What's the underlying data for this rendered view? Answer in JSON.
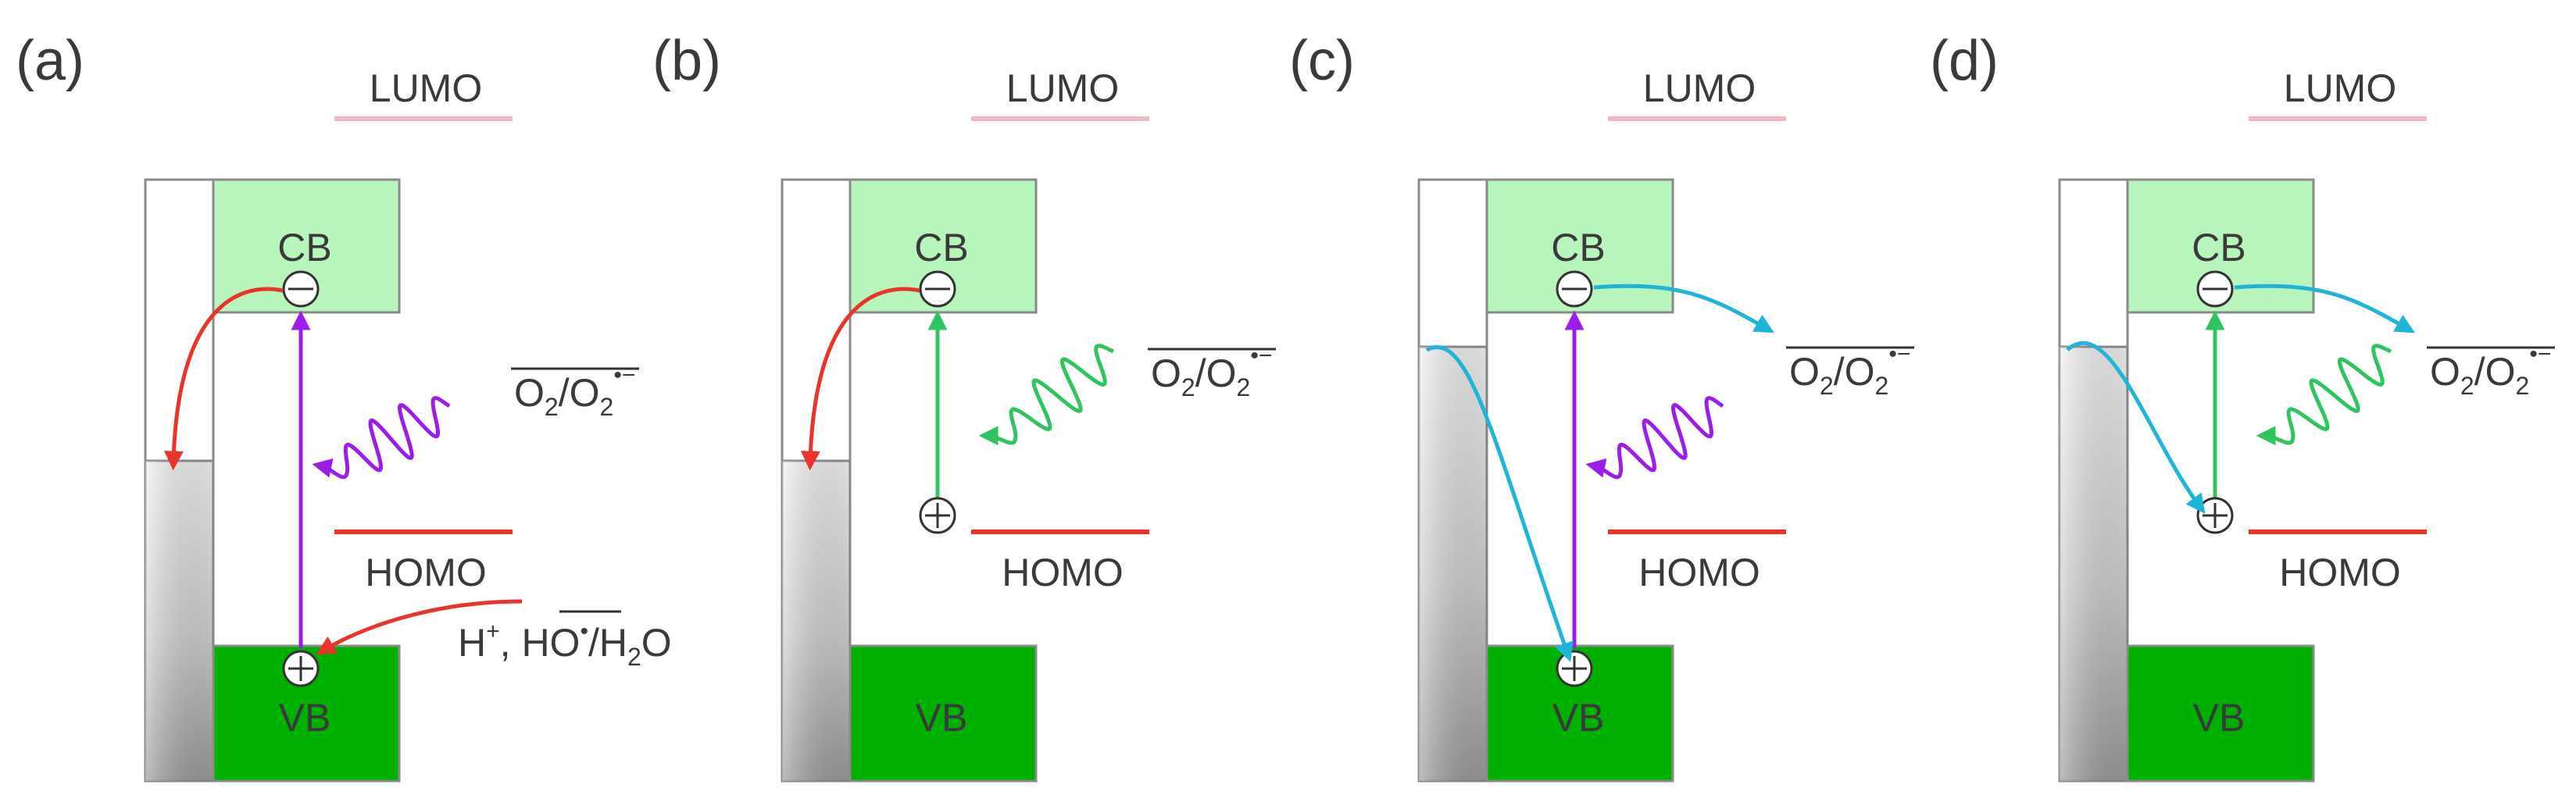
{
  "panels": [
    {
      "label": "(a)",
      "lumo": "LUMO",
      "homo": "HOMO",
      "cb": "CB",
      "vb": "VB"
    },
    {
      "label": "(b)",
      "lumo": "LUMO",
      "homo": "HOMO",
      "cb": "CB",
      "vb": "VB"
    },
    {
      "label": "(c)",
      "lumo": "LUMO",
      "homo": "HOMO",
      "cb": "CB",
      "vb": "VB"
    },
    {
      "label": "(d)",
      "lumo": "LUMO",
      "homo": "HOMO",
      "cb": "CB",
      "vb": "VB"
    }
  ],
  "redox": {
    "o2": "O",
    "o2_sub": "2",
    "slash": "/",
    "o2r": "O",
    "o2r_sub": "2",
    "o2r_sup": "•−"
  },
  "hole_scavenger": {
    "h": "H",
    "h_sup": "+",
    "comma": ", ",
    "ho": "HO",
    "ho_sup": "•",
    "slash": "/",
    "h2o_h": "H",
    "h2o_sub": "2",
    "h2o_o": "O"
  },
  "colors": {
    "cb_fill": "#b8f5bc",
    "vb_fill": "#00b000",
    "level_red": "#e8342a",
    "lumo_pink": "#f4b6c2",
    "excite_purple": "#9b1de8",
    "excite_green": "#2fc460",
    "transfer_red": "#e8342a",
    "transfer_cyan": "#1fb4d8"
  }
}
